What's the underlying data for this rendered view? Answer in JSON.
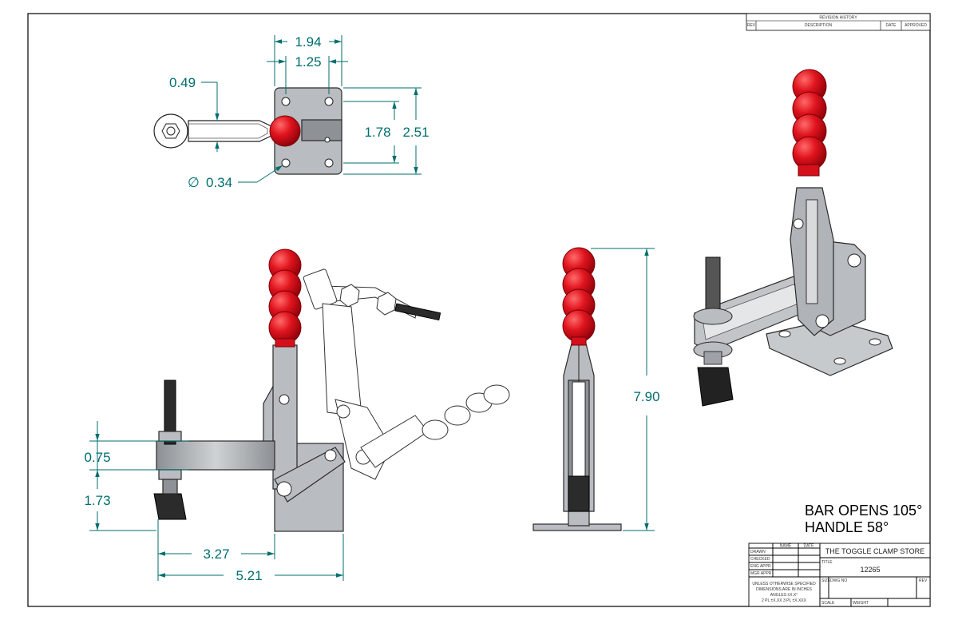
{
  "revision_block": {
    "title": "REVISION HISTORY",
    "headers": [
      "REV",
      "DESCRIPTION",
      "DATE",
      "APPROVED"
    ]
  },
  "dimensions": {
    "top_width_outer": "1.94",
    "top_width_holes": "1.25",
    "arm_width": "0.49",
    "hole_spacing": "1.78",
    "base_height": "2.51",
    "hole_dia_symbol": "∅",
    "hole_dia": "0.34",
    "spindle_height": "0.75",
    "tip_height": "1.73",
    "reach_short": "3.27",
    "reach_long": "5.21",
    "overall_height": "7.90"
  },
  "notes": {
    "line1": "BAR OPENS 105°",
    "line2": "HANDLE 58°"
  },
  "title_block": {
    "col_name": "NAME",
    "col_date": "DATE",
    "rows": [
      "DRAWN",
      "CHECKED",
      "ENG APPR",
      "MGR APPR"
    ],
    "company": "THE TOGGLE CLAMP STORE",
    "title_label": "TITLE",
    "title_value": "12265",
    "size_label": "SIZE",
    "dwg_label": "DWG NO",
    "rev_label": "REV",
    "tolerance_1": "UNLESS OTHERWISE SPECIFIED",
    "tolerance_2": "DIMENSIONS ARE IN INCHES",
    "tolerance_3": "ANGLES ±X.X°",
    "tolerance_4": "2 PL ±X.XX 3 PL ±X.XXX",
    "scale_label": "SCALE",
    "weight_label": "WEIGHT"
  },
  "colors": {
    "dimension": "#006e6e",
    "handle_grip": "#d4111b",
    "body": "#b9bcc0"
  }
}
